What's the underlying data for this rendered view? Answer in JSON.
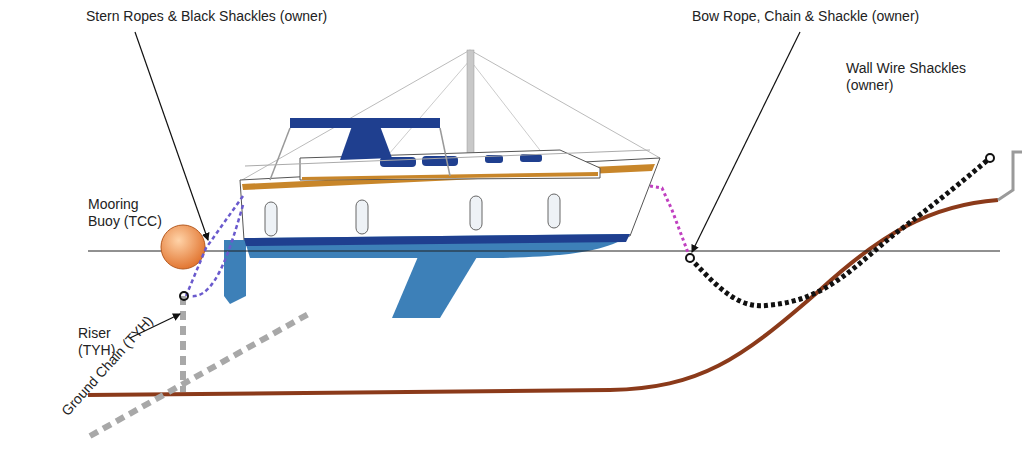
{
  "diagram": {
    "labels": [
      "Stern Ropes & Black Shackles (owner)",
      "Bow Rope, Chain & Shackle (owner)",
      "Wall Wire Shackles (owner)",
      "Mooring Buoy (TCC)",
      "Riser (TYH)",
      "Ground Chain (TYH)"
    ]
  }
}
